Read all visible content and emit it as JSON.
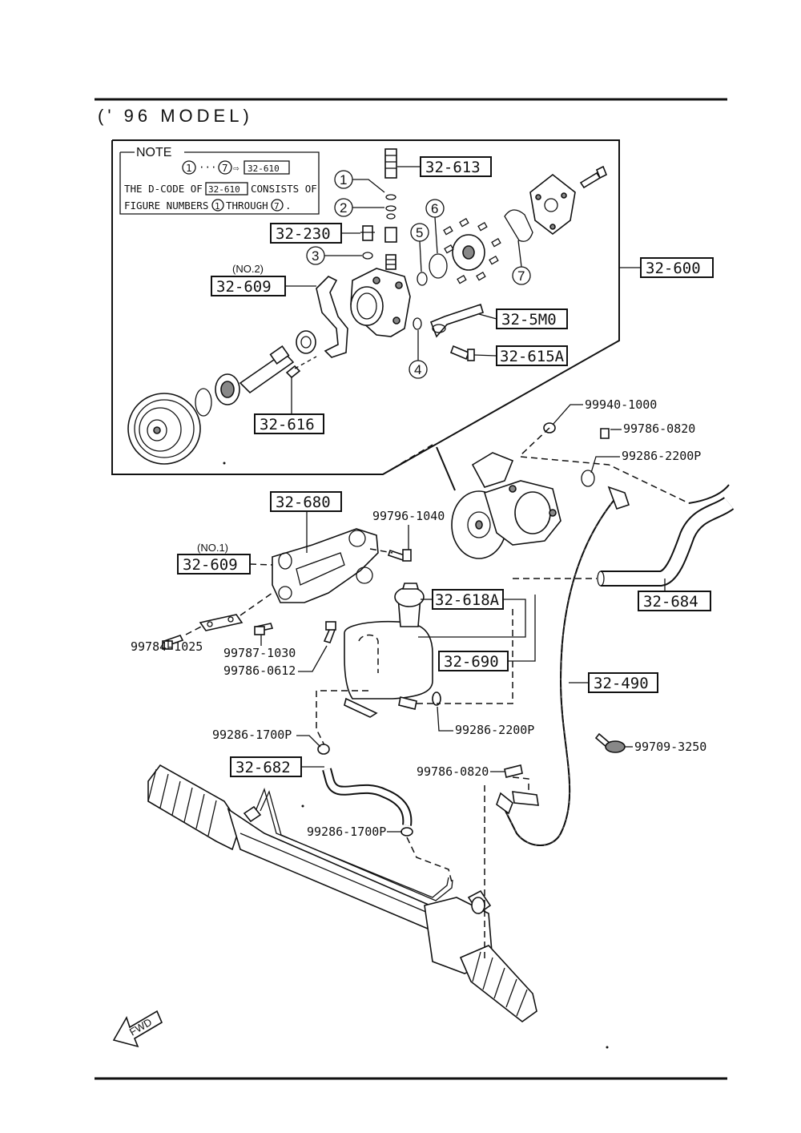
{
  "header": {
    "title": "(' 96 MODEL)"
  },
  "note": {
    "heading": "NOTE",
    "range_from": "1",
    "range_sep": "···",
    "range_to": "7",
    "arrow": "⇨",
    "range_code": "32-610",
    "line1_a": "THE D-CODE OF",
    "line1_code": "32-610",
    "line1_b": "CONSISTS OF",
    "line2_a": "FIGURE NUMBERS",
    "line2_num1": "1",
    "line2_b": "THROUGH",
    "line2_num2": "7",
    "line2_end": "."
  },
  "group_codes": {
    "c32_613": "32-613",
    "c32_230": "32-230",
    "c32_609_no2": "32-609",
    "c32_600": "32-600",
    "c32_5M0": "32-5M0",
    "c32_615A": "32-615A",
    "c32_616": "32-616",
    "c32_680": "32-680",
    "c32_609_no1": "32-609",
    "c32_618A": "32-618A",
    "c32_690": "32-690",
    "c32_684": "32-684",
    "c32_490": "32-490",
    "c32_682": "32-682"
  },
  "qualifiers": {
    "no2": "(NO.2)",
    "no1": "(NO.1)"
  },
  "callouts": [
    "1",
    "2",
    "3",
    "4",
    "5",
    "6",
    "7"
  ],
  "part_numbers": {
    "p99940_1000": "99940-1000",
    "p99786_0820_a": "99786-0820",
    "p99286_2200P_a": "99286-2200P",
    "p99796_1040": "99796-1040",
    "p99784_1025": "99784-1025",
    "p99787_1030": "99787-1030",
    "p99786_0612": "99786-0612",
    "p99286_2200P_b": "99286-2200P",
    "p99286_1700P_a": "99286-1700P",
    "p99709_3250": "99709-3250",
    "p99786_0820_b": "99786-0820",
    "p99286_1700P_b": "99286-1700P"
  },
  "fwd": "FWD"
}
